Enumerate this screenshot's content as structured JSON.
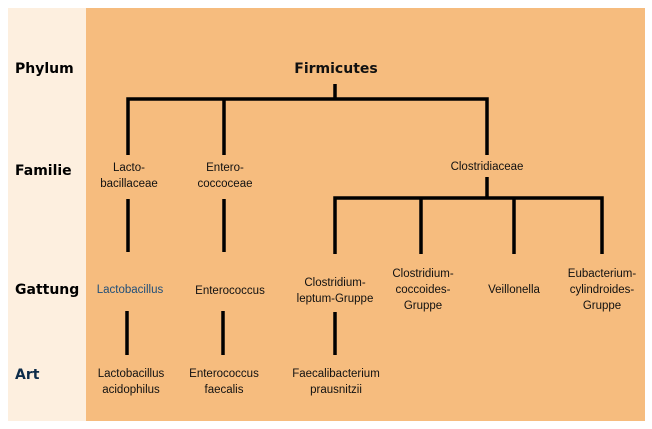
{
  "ranks": {
    "phylum": "Phylum",
    "familie": "Familie",
    "gattung": "Gattung",
    "art": "Art"
  },
  "phylum": {
    "firmicutes": "Firmicutes"
  },
  "familie": {
    "lacto_1": "Lacto-",
    "lacto_2": "bacillaceae",
    "entero_1": "Entero-",
    "entero_2": "coccoceae",
    "clostridiaceae": "Clostridiaceae"
  },
  "gattung": {
    "lactobacillus": "Lactobacillus",
    "enterococcus": "Enterococcus",
    "cl_leptum_1": "Clostridium-",
    "cl_leptum_2": "leptum-Gruppe",
    "cl_cocc_1": "Clostridium-",
    "cl_cocc_2": "coccoides-",
    "cl_cocc_3": "Gruppe",
    "veillonella": "Veillonella",
    "eub_1": "Eubacterium-",
    "eub_2": "cylindroides-",
    "eub_3": "Gruppe"
  },
  "art": {
    "lacto_1": "Lactobacillus",
    "lacto_2": "acidophilus",
    "entero_1": "Enterococcus",
    "entero_2": "faecalis",
    "faecali_1": "Faecalibacterium",
    "faecali_2": "prausnitzii"
  },
  "colors": {
    "left_panel": "#fdefdf",
    "main_panel": "#f6bc7e",
    "highlight_blue": "#1f4e79",
    "art_label": "#0d2c4a"
  }
}
